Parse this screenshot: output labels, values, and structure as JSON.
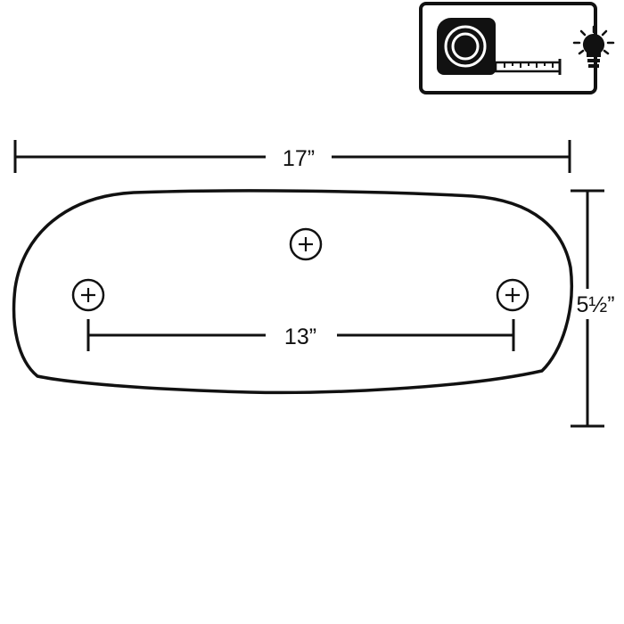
{
  "dimensions": {
    "overall_width": "17”",
    "hole_spacing": "13”",
    "height": "5½”"
  },
  "icon_badge": {
    "icons": [
      "tape-measure-icon",
      "light-bulb-icon"
    ]
  },
  "colors": {
    "stroke": "#111111",
    "background": "#ffffff"
  }
}
